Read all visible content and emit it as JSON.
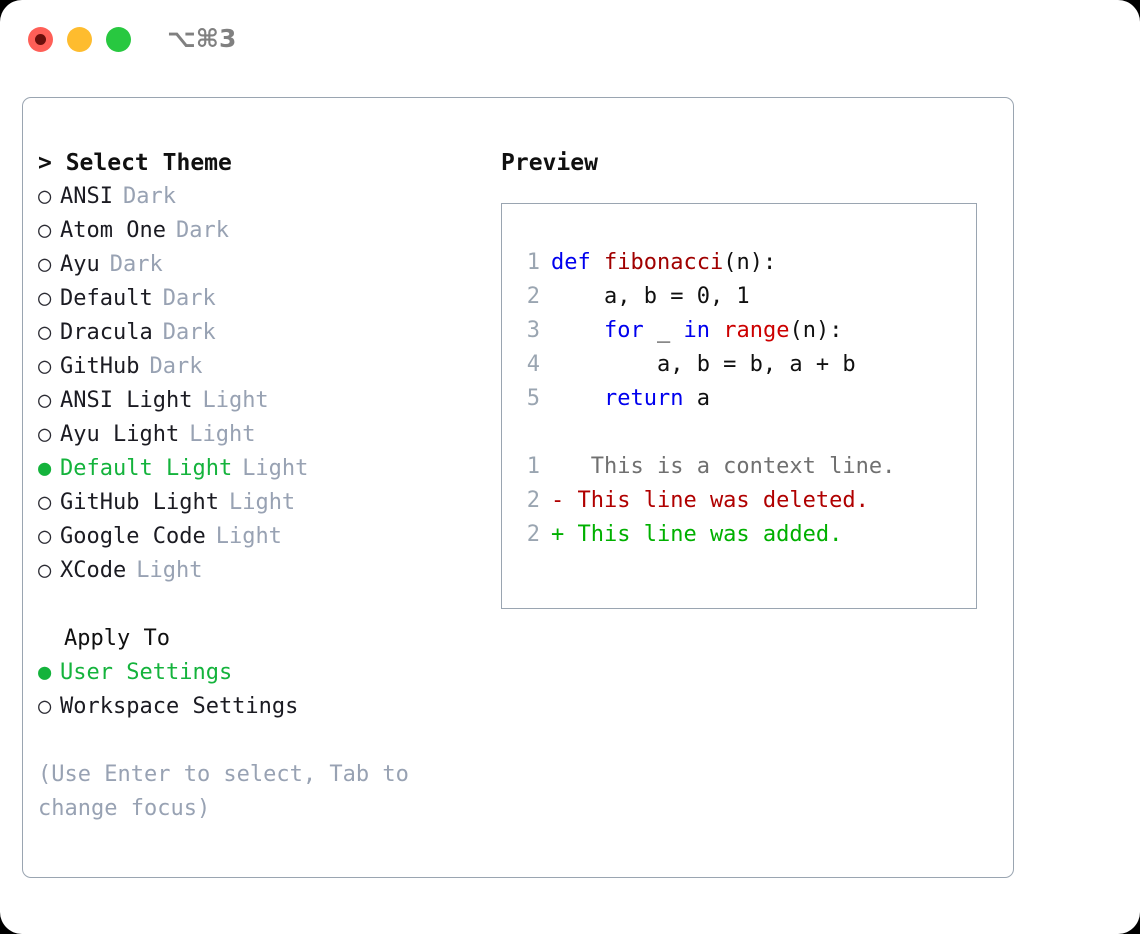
{
  "window": {
    "shortcut": "⌥⌘3",
    "traffic_lights": [
      {
        "name": "close",
        "color": "#ff5f57"
      },
      {
        "name": "minimize",
        "color": "#febc2e"
      },
      {
        "name": "maximize",
        "color": "#28c840"
      }
    ]
  },
  "theme_picker": {
    "header": "> Select Theme",
    "items": [
      {
        "label": "ANSI",
        "badge": "Dark",
        "selected": false,
        "marker": "○"
      },
      {
        "label": "Atom One",
        "badge": "Dark",
        "selected": false,
        "marker": "○"
      },
      {
        "label": "Ayu",
        "badge": "Dark",
        "selected": false,
        "marker": "○"
      },
      {
        "label": "Default",
        "badge": "Dark",
        "selected": false,
        "marker": "○"
      },
      {
        "label": "Dracula",
        "badge": "Dark",
        "selected": false,
        "marker": "○"
      },
      {
        "label": "GitHub",
        "badge": "Dark",
        "selected": false,
        "marker": "○"
      },
      {
        "label": "ANSI Light",
        "badge": "Light",
        "selected": false,
        "marker": "○"
      },
      {
        "label": "Ayu Light",
        "badge": "Light",
        "selected": false,
        "marker": "○"
      },
      {
        "label": "Default Light",
        "badge": "Light",
        "selected": true,
        "marker": "●"
      },
      {
        "label": "GitHub Light",
        "badge": "Light",
        "selected": false,
        "marker": "○"
      },
      {
        "label": "Google Code",
        "badge": "Light",
        "selected": false,
        "marker": "○"
      },
      {
        "label": "XCode",
        "badge": "Light",
        "selected": false,
        "marker": "○"
      }
    ]
  },
  "apply_to": {
    "header": "Apply To",
    "items": [
      {
        "label": "User Settings",
        "selected": true,
        "marker": "●"
      },
      {
        "label": "Workspace Settings",
        "selected": false,
        "marker": "○"
      }
    ]
  },
  "hint": "(Use Enter to select, Tab to change focus)",
  "preview": {
    "title": "Preview",
    "code_lines": [
      {
        "number": "1",
        "tokens": [
          {
            "text": "def ",
            "type": "kw"
          },
          {
            "text": "fibonacci",
            "type": "fn"
          },
          {
            "text": "(n):",
            "type": "txt"
          }
        ]
      },
      {
        "number": "2",
        "tokens": [
          {
            "text": "    a, b = 0, 1",
            "type": "txt"
          }
        ]
      },
      {
        "number": "3",
        "tokens": [
          {
            "text": "    ",
            "type": "txt"
          },
          {
            "text": "for",
            "type": "kw"
          },
          {
            "text": " _ ",
            "type": "txt"
          },
          {
            "text": "in",
            "type": "kw"
          },
          {
            "text": " ",
            "type": "txt"
          },
          {
            "text": "range",
            "type": "bi"
          },
          {
            "text": "(n):",
            "type": "txt"
          }
        ]
      },
      {
        "number": "4",
        "tokens": [
          {
            "text": "        a, b = b, a + b",
            "type": "txt"
          }
        ]
      },
      {
        "number": "5",
        "tokens": [
          {
            "text": "    ",
            "type": "txt"
          },
          {
            "text": "return",
            "type": "kw"
          },
          {
            "text": " a",
            "type": "txt"
          }
        ]
      }
    ],
    "diff_lines": [
      {
        "number": "1",
        "marker": " ",
        "text": "  This is a context line.",
        "type": "ctx"
      },
      {
        "number": "2",
        "marker": "-",
        "text": " This line was deleted.",
        "type": "del"
      },
      {
        "number": "2",
        "marker": "+",
        "text": " This line was added.",
        "type": "add"
      }
    ]
  },
  "colors": {
    "accent_green": "#14b33c",
    "badge_gray": "#98a2b3",
    "border_gray": "#9aa5b1",
    "keyword_blue": "#0000ee",
    "function_red": "#a00000",
    "builtin_red": "#cc0000",
    "diff_add_green": "#00b000",
    "diff_del_red": "#b00000"
  }
}
